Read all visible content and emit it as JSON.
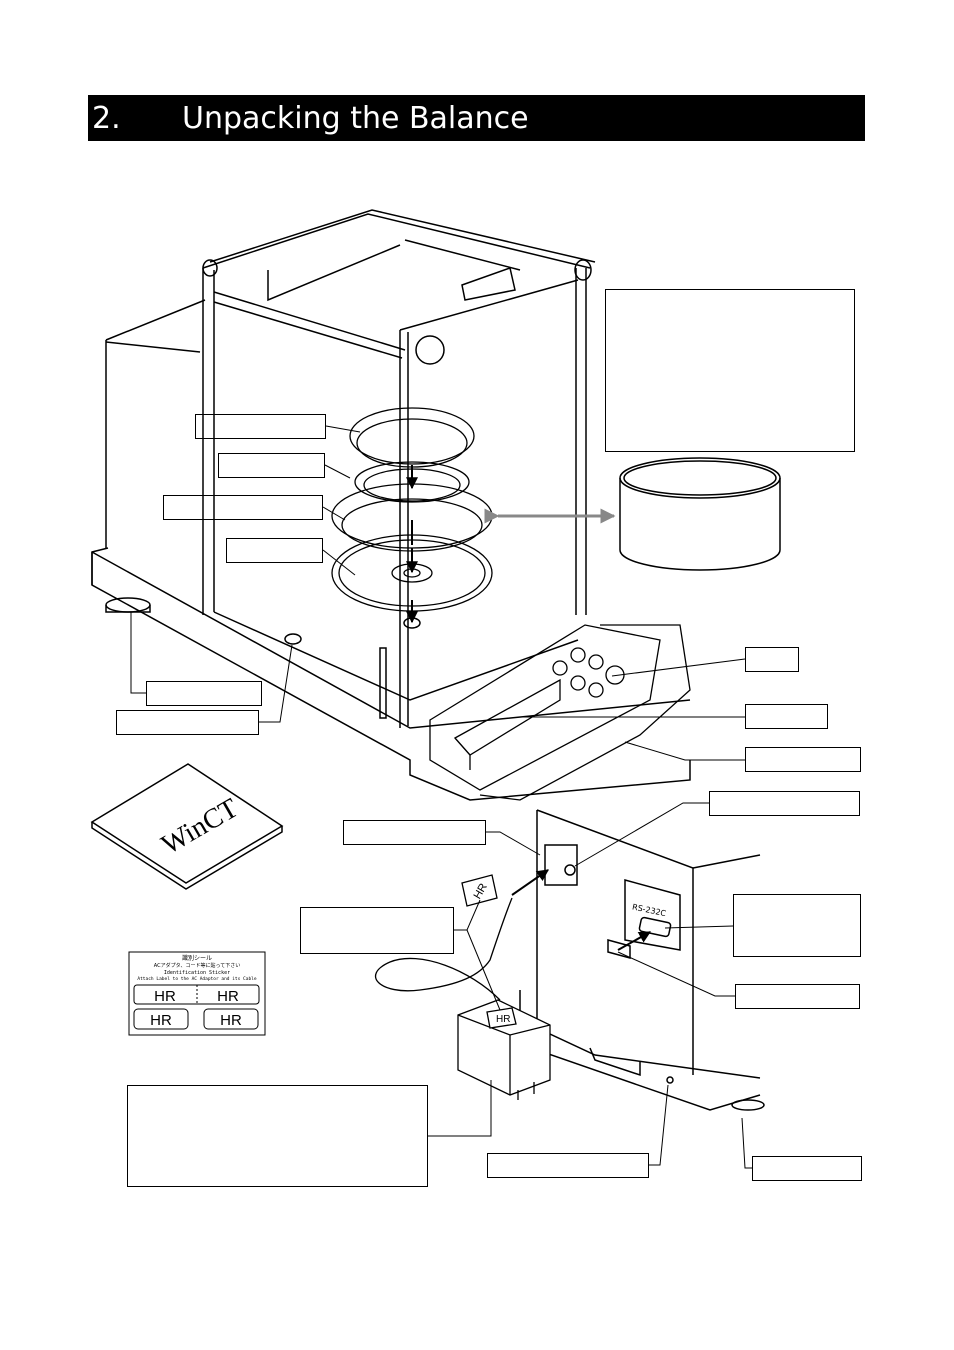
{
  "page": {
    "section_number": "2.",
    "section_title": "Unpacking the Balance"
  },
  "software_package": {
    "label": "WinCT"
  },
  "identification_sticker": {
    "line1": "識別シール",
    "line2": "ACアダプタ、コード等に貼って下さい",
    "line3": "Identification Sticker",
    "line4": "Attach Label to the AC Adaptor and its Cable",
    "tags": [
      "HR",
      "HR",
      "HR",
      "HR"
    ]
  },
  "adapter_tags": [
    "HR",
    "HR"
  ],
  "interface_label": "RS-232C",
  "colors": {
    "title_background": "#000000",
    "title_text": "#ffffff",
    "line": "#000000",
    "arrow_grey": "#888888"
  }
}
